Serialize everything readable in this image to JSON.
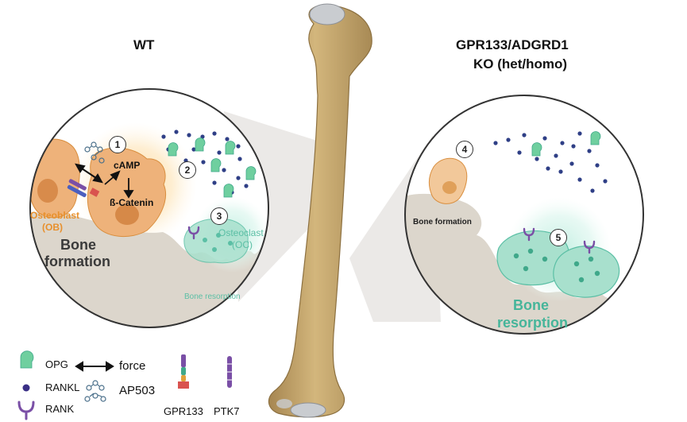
{
  "titles": {
    "wt": "WT",
    "ko_line1": "GPR133/ADGRD1",
    "ko_line2": "KO (het/homo)"
  },
  "left_panel": {
    "camp": "cAMP",
    "catenin": "ß-Catenin",
    "osteoblast_line1": "Osteoblast",
    "osteoblast_line2": "(OB)",
    "osteoclast_line1": "Osteoclast",
    "osteoclast_line2": "(OC)",
    "bone_formation_line1": "Bone",
    "bone_formation_line2": "formation",
    "bone_resorption_small": "Bone resorption"
  },
  "right_panel": {
    "bone_formation_small": "Bone formation",
    "bone_resorption_line1": "Bone",
    "bone_resorption_line2": "resorption"
  },
  "steps": [
    "1",
    "2",
    "3",
    "4",
    "5"
  ],
  "legend": {
    "opg": "OPG",
    "rankl": "RANKL",
    "rank": "RANK",
    "force": "force",
    "ap503": "AP503",
    "gpr133": "GPR133",
    "ptk7": "PTK7"
  },
  "colors": {
    "osteoblast": "#eeb27a",
    "osteoblast_text": "#e8902c",
    "osteoclast": "#a8e0cd",
    "osteoclast_text": "#5bbfa5",
    "opg": "#6fcf9f",
    "rankl": "#2f3f86",
    "rank": "#7a4fa6",
    "bone_shaft": "#c9ad72",
    "bone_matrix": "#dcd6cc"
  }
}
